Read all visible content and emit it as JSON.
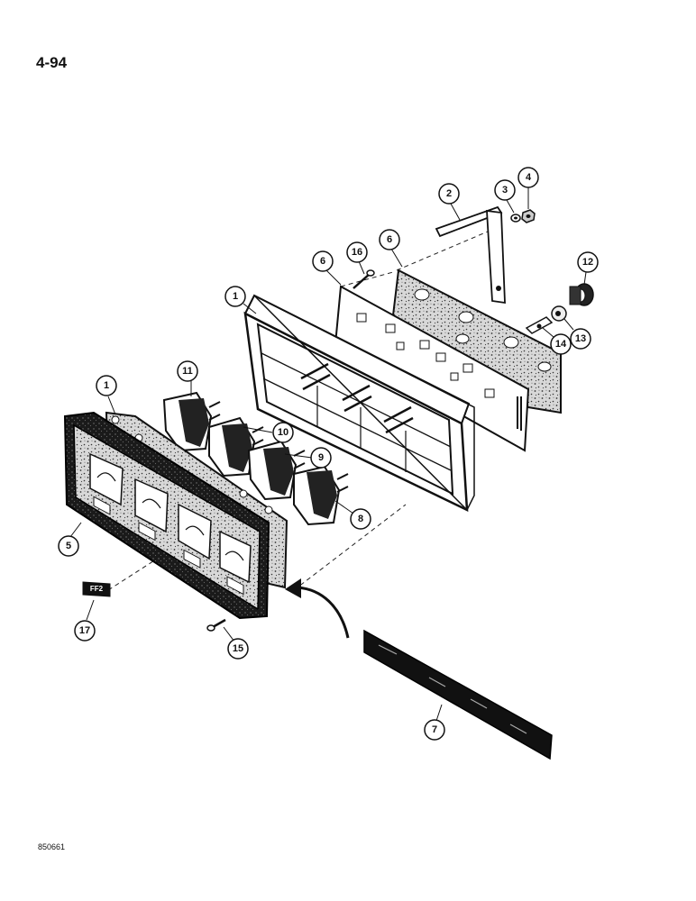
{
  "page": {
    "number": "4-94",
    "figure_code": "850661"
  },
  "decal_text": "FF2",
  "callouts": [
    {
      "id": "c1a",
      "label": "1"
    },
    {
      "id": "c1b",
      "label": "1"
    },
    {
      "id": "c2",
      "label": "2"
    },
    {
      "id": "c3",
      "label": "3"
    },
    {
      "id": "c4",
      "label": "4"
    },
    {
      "id": "c5",
      "label": "5"
    },
    {
      "id": "c6a",
      "label": "6"
    },
    {
      "id": "c6b",
      "label": "6"
    },
    {
      "id": "c7",
      "label": "7"
    },
    {
      "id": "c8",
      "label": "8"
    },
    {
      "id": "c9",
      "label": "9"
    },
    {
      "id": "c10",
      "label": "10"
    },
    {
      "id": "c11",
      "label": "11"
    },
    {
      "id": "c12",
      "label": "12"
    },
    {
      "id": "c13",
      "label": "13"
    },
    {
      "id": "c14",
      "label": "14"
    },
    {
      "id": "c15",
      "label": "15"
    },
    {
      "id": "c16",
      "label": "16"
    },
    {
      "id": "c17",
      "label": "17"
    }
  ]
}
